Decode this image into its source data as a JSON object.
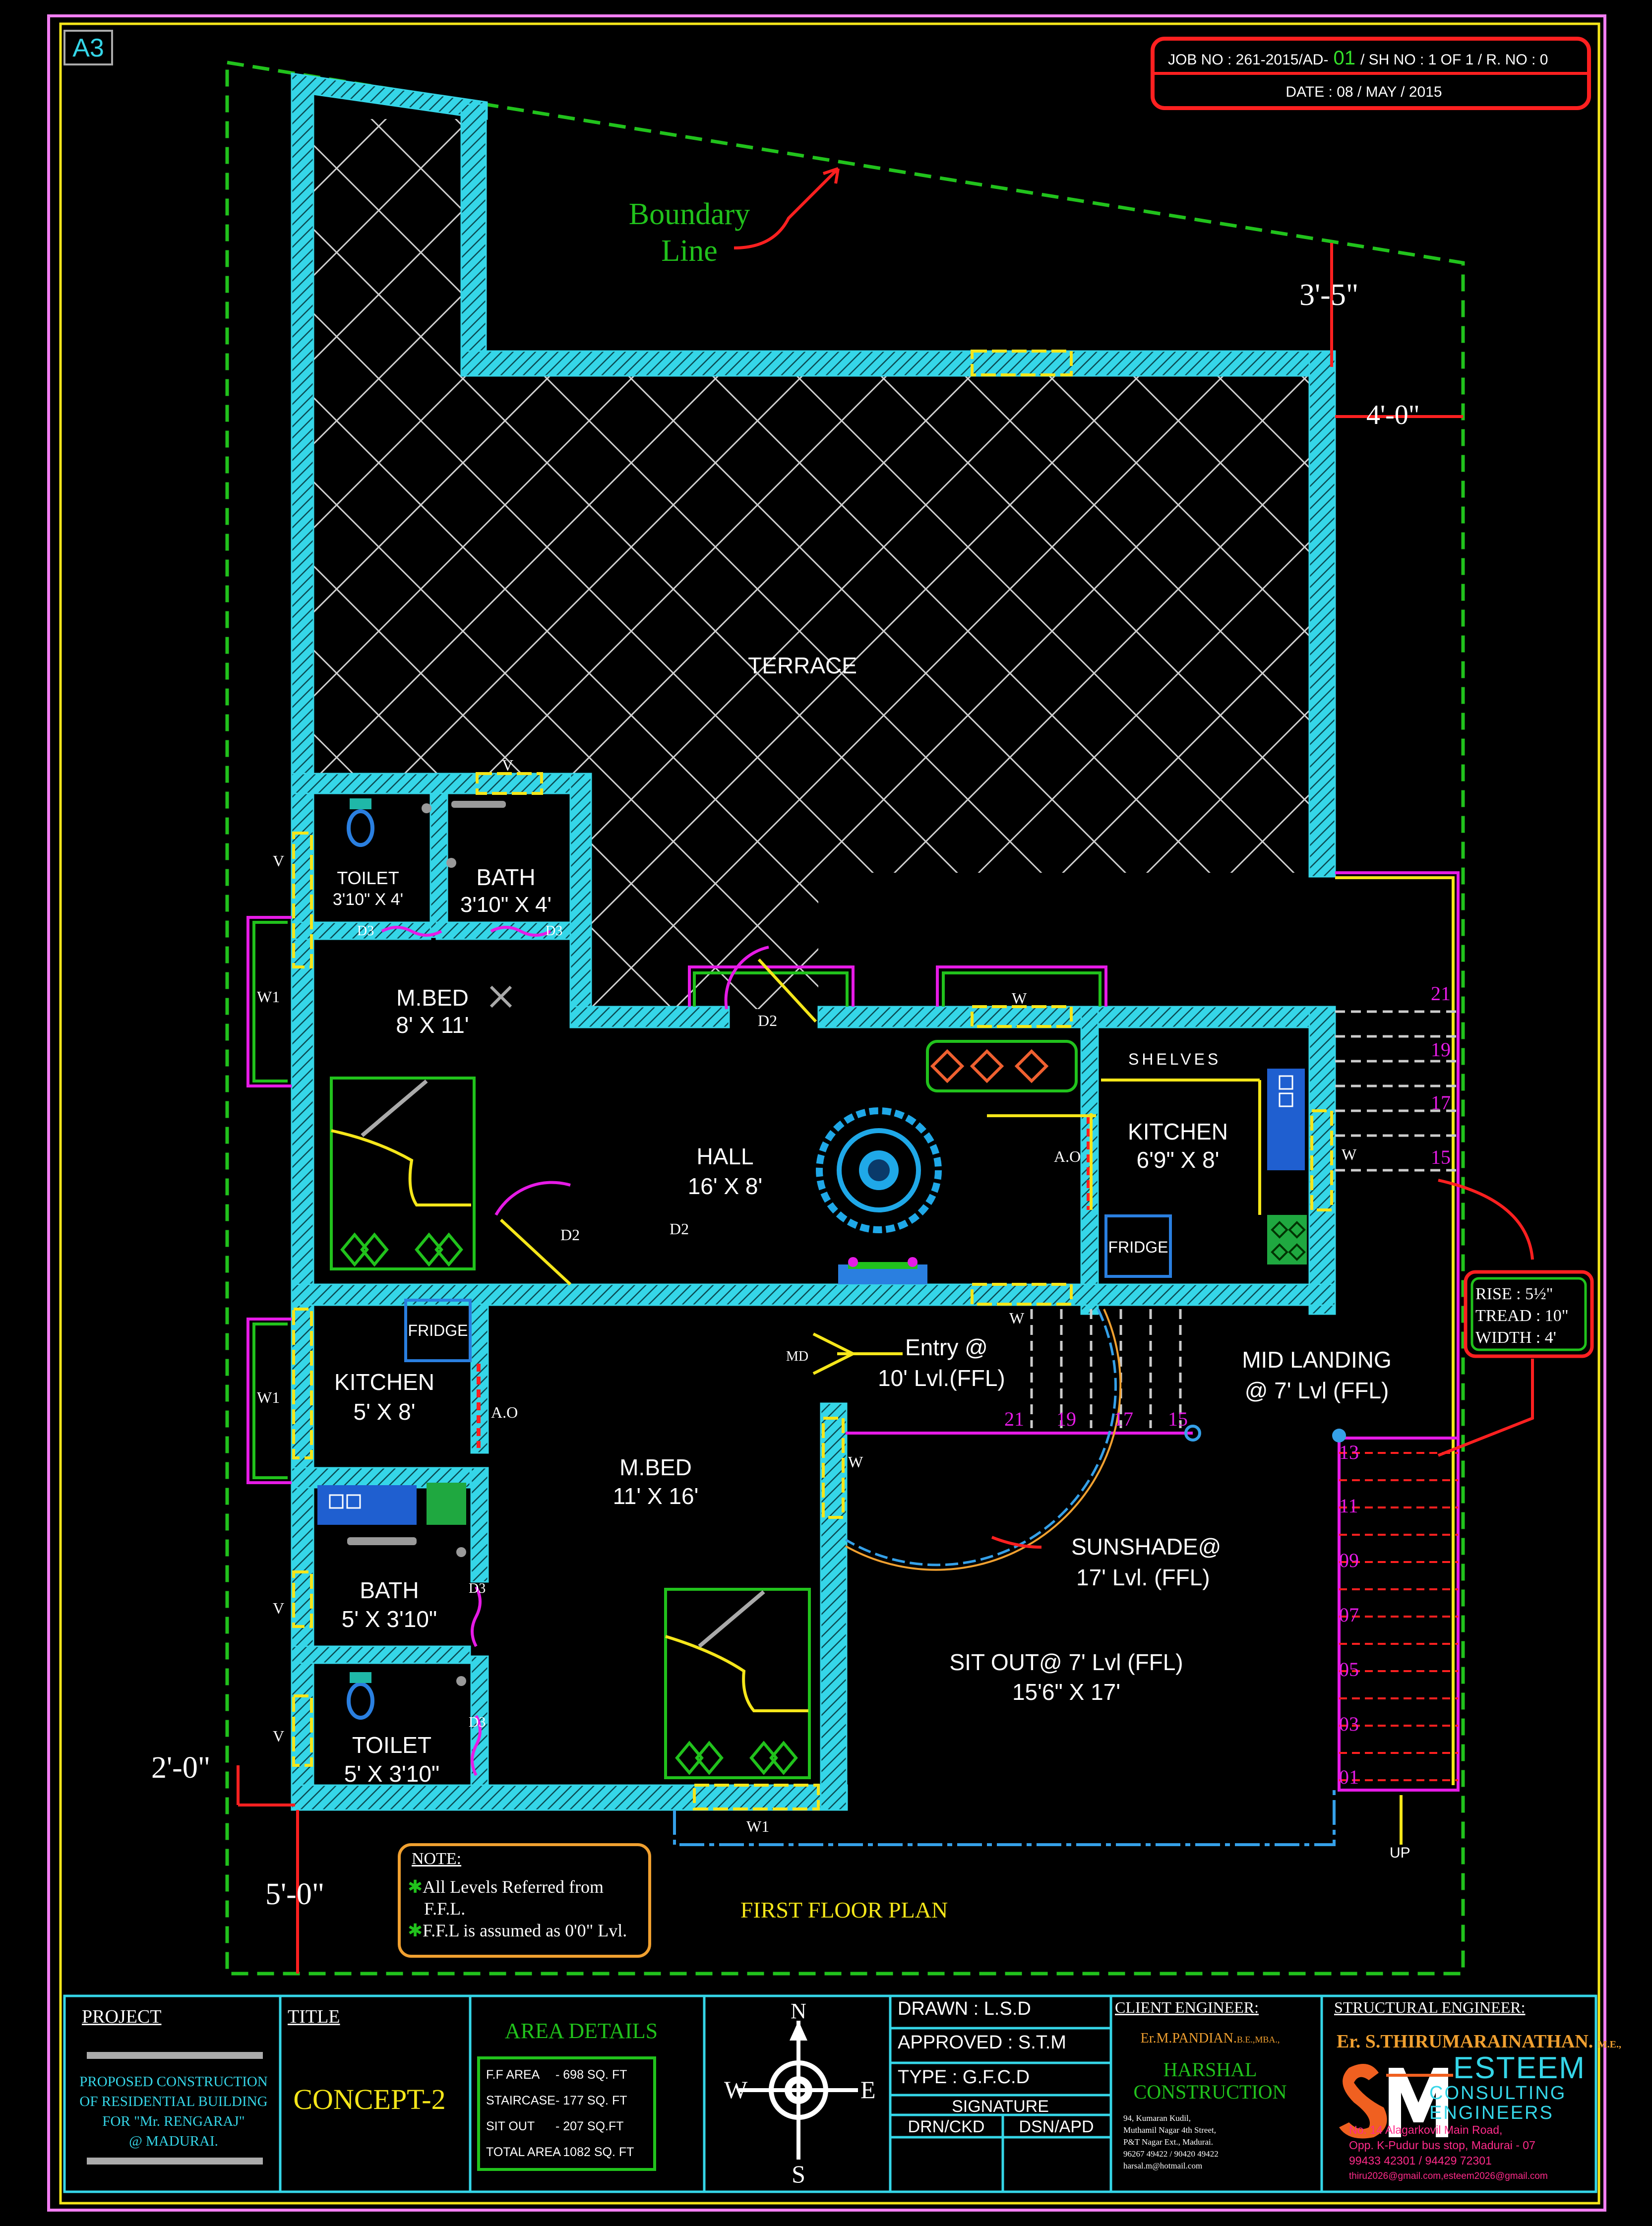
{
  "sheet": {
    "size_tag": "A3"
  },
  "header": {
    "job_prefix": "JOB NO : 261-2015/AD-",
    "job_num": "01",
    "job_suffix": "/ SH NO : 1 OF 1 / R. NO : 0",
    "date": "DATE : 08 / MAY / 2015"
  },
  "annotations": {
    "boundary_1": "Boundary",
    "boundary_2": "Line",
    "dim_3_5": "3'-5\"",
    "dim_4_0": "4'-0\"",
    "dim_2_0": "2'-0\"",
    "dim_5_0": "5'-0\"",
    "sunshade_1": "SUNSHADE@",
    "sunshade_2": "17' Lvl. (FFL)",
    "entry_1": "Entry @",
    "entry_2": "10' Lvl.(FFL)",
    "mid_1": "MID LANDING",
    "mid_2": "@ 7' Lvl (FFL)",
    "up": "UP",
    "plan_title": "FIRST FLOOR PLAN"
  },
  "stair_box": {
    "rise": "RISE      : 5½\"",
    "tread": "TREAD    : 10\"",
    "width": "WIDTH    : 4'"
  },
  "stair_numbers_right": [
    "21",
    "19",
    "17",
    "15"
  ],
  "stair_numbers_mid": [
    "21",
    "19",
    "17",
    "15"
  ],
  "stair_numbers_lower": [
    "13",
    "11",
    "09",
    "07",
    "05",
    "03",
    "01"
  ],
  "rooms": {
    "terrace": "TERRACE",
    "toilet1_name": "TOILET",
    "toilet1_size": "3'10\" X 4'",
    "bath1_name": "BATH",
    "bath1_size": "3'10\" X 4'",
    "mbed1_name": "M.BED",
    "mbed1_size": "8' X 11'",
    "hall_name": "HALL",
    "hall_size": "16' X 8'",
    "kitchen1_name": "KITCHEN",
    "kitchen1_size": "6'9\" X 8'",
    "shelves": "SHELVES",
    "fridge": "FRIDGE",
    "kitchen2_name": "KITCHEN",
    "kitchen2_size": "5' X 8'",
    "mbed2_name": "M.BED",
    "mbed2_size": "11' X 16'",
    "bath2_name": "BATH",
    "bath2_size": "5' X 3'10\"",
    "toilet2_name": "TOILET",
    "toilet2_size": "5' X 3'10\"",
    "sitout_name": "SIT OUT@ 7' Lvl (FFL)",
    "sitout_size": "15'6\" X 17'"
  },
  "tags": {
    "v": "V",
    "w": "W",
    "w1": "W1",
    "d2": "D2",
    "d3": "D3",
    "ao": "A.O",
    "md": "MD"
  },
  "note": {
    "title": "NOTE:",
    "line1": "All Levels Referred from",
    "line1b": "F.F.L.",
    "line2": "F.F.L is assumed as 0'0\" Lvl."
  },
  "title_block": {
    "project_label": "PROJECT",
    "project_lines": [
      "PROPOSED CONSTRUCTION",
      "OF RESIDENTIAL BUILDING",
      "FOR \"Mr. RENGARAJ\"",
      "@ MADURAI."
    ],
    "title_label": "TITLE",
    "title_value": "CONCEPT-2",
    "area_title": "AREA DETAILS",
    "area_rows": [
      {
        "label": "F.F AREA",
        "value": "-    698 SQ. FT"
      },
      {
        "label": "STAIRCASE",
        "value": "-    177 SQ. FT"
      },
      {
        "label": "SIT OUT",
        "value": "-    207 SQ.FT"
      },
      {
        "label": "TOTAL AREA",
        "value": "- 1082    SQ. FT"
      }
    ],
    "compass": {
      "n": "N",
      "s": "S",
      "e": "E",
      "w": "W"
    },
    "drawn": "DRAWN       :   L.S.D",
    "approved": "APPROVED :  S.T.M",
    "type": "TYPE          :   G.F.C.D",
    "signature": "SIGNATURE",
    "drn": "DRN/CKD",
    "dsn": "DSN/APD",
    "client_label": "CLIENT ENGINEER:",
    "client_name": "Er.M.PANDIAN.",
    "client_deg": "B.E.,MBA.,",
    "client_firm_1": "HARSHAL",
    "client_firm_2": "CONSTRUCTION",
    "client_addr": [
      "94, Kumaran Kudil,",
      "Muthamil Nagar 4th Street,",
      "P&T Nagar Ext., Madurai.",
      "96267 49422 / 90420 49422",
      "harsal.m@hotmail.com"
    ],
    "struct_label": "STRUCTURAL ENGINEER:",
    "struct_name": "Er. S.THIRUMARAINATHAN.",
    "struct_deg": "M.E.,",
    "firm_1": "ESTEEM",
    "firm_2": "CONSULTING",
    "firm_3": "ENGINEERS",
    "firm_addr": [
      "No. 14 Alagarkovil Main Road,",
      "Opp. K-Pudur bus stop, Madurai - 07",
      "99433 42301 / 94429 72301",
      "thiru2026@gmail.com,esteem2026@gmail.com"
    ]
  },
  "colors": {
    "wall": "#35d6e8",
    "boundary": "#21c21c",
    "window": "#f5e61a",
    "annot": "#ff2b2b",
    "magenta": "#e61be6",
    "frame": "#f27ef2",
    "white": "#ffffff",
    "orange": "#f0a030"
  }
}
